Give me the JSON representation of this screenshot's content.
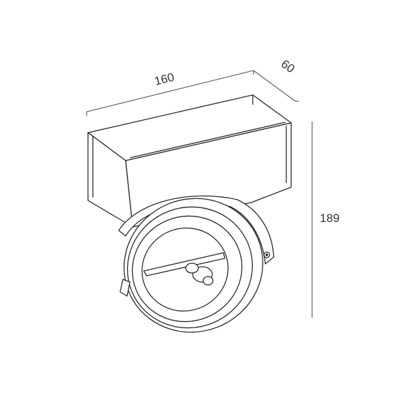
{
  "dimensions": {
    "width": "160",
    "depth": "60",
    "height": "189"
  },
  "colors": {
    "line": "#2a2a2a",
    "dimension_line": "#555555",
    "background": "#ffffff"
  }
}
